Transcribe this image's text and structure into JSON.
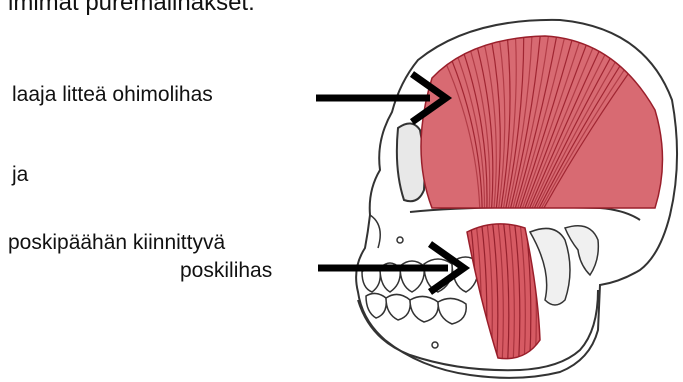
{
  "title": "imimat puremalihakset:",
  "labels": {
    "temporalis": "laaja litteä ohimolihas",
    "conjunction": "ja",
    "masseter_line1": "poskipäähän kiinnittyvä",
    "masseter_line2": "poskilihas"
  },
  "colors": {
    "muscle": "#c9454f",
    "muscle_dark": "#9a1f2b",
    "outline": "#333333",
    "arrow": "#000000"
  }
}
